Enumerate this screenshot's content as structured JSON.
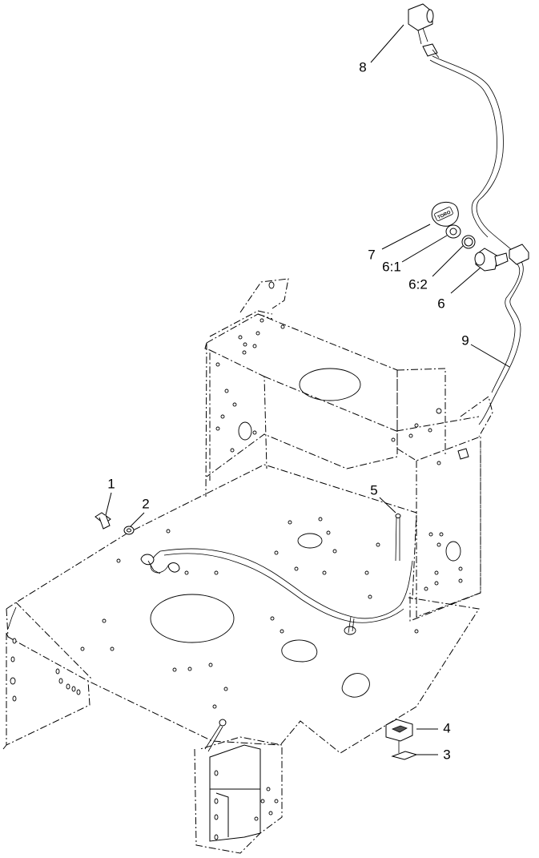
{
  "callouts": [
    {
      "id": "1",
      "label": "1"
    },
    {
      "id": "2",
      "label": "2"
    },
    {
      "id": "3",
      "label": "3"
    },
    {
      "id": "4",
      "label": "4"
    },
    {
      "id": "5",
      "label": "5"
    },
    {
      "id": "6",
      "label": "6"
    },
    {
      "id": "6-1",
      "label": "6:1"
    },
    {
      "id": "6-2",
      "label": "6:2"
    },
    {
      "id": "7",
      "label": "7"
    },
    {
      "id": "8",
      "label": "8"
    },
    {
      "id": "9",
      "label": "9"
    }
  ],
  "key_logo": "TORO"
}
